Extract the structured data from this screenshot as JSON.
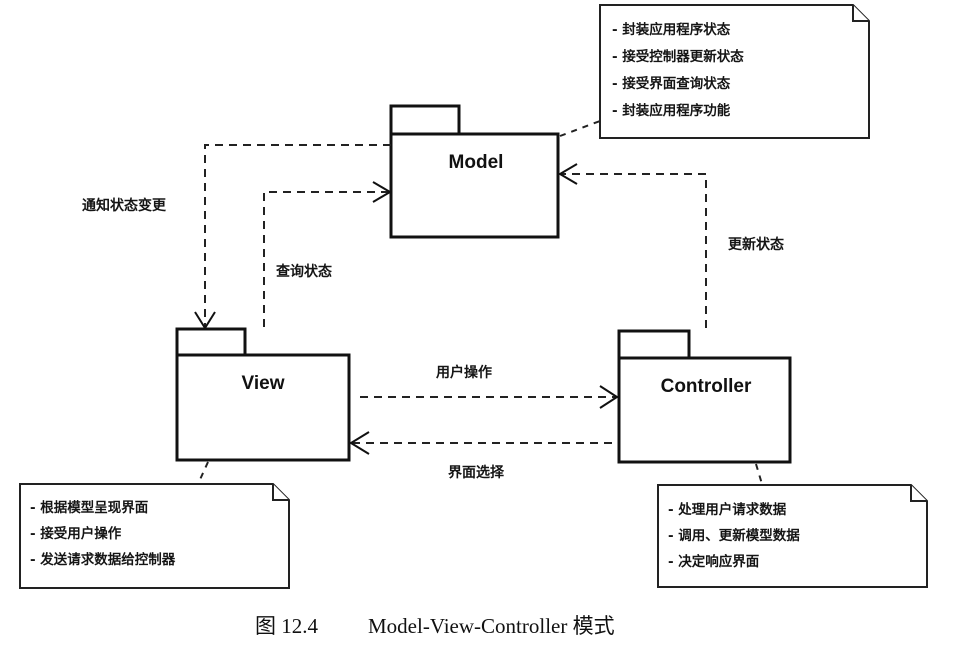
{
  "packages": {
    "model": {
      "name": "Model"
    },
    "view": {
      "name": "View"
    },
    "controller": {
      "name": "Controller"
    }
  },
  "arrows": {
    "notify_state_change": "通知状态变更",
    "query_state": "查询状态",
    "update_state": "更新状态",
    "user_action": "用户操作",
    "view_selection": "界面选择"
  },
  "notes": {
    "model": {
      "items": [
        "-  封装应用程序状态",
        "-  接受控制器更新状态",
        "-  接受界面查询状态",
        "-  封装应用程序功能"
      ]
    },
    "view": {
      "items": [
        "-  根据模型呈现界面",
        "-  接受用户操作",
        "-  发送请求数据给控制器"
      ]
    },
    "controller": {
      "items": [
        "-  处理用户请求数据",
        "-  调用、更新模型数据",
        "-  决定响应界面"
      ]
    }
  },
  "caption": {
    "figure_label": "图 12.4",
    "title": "Model-View-Controller 模式"
  }
}
